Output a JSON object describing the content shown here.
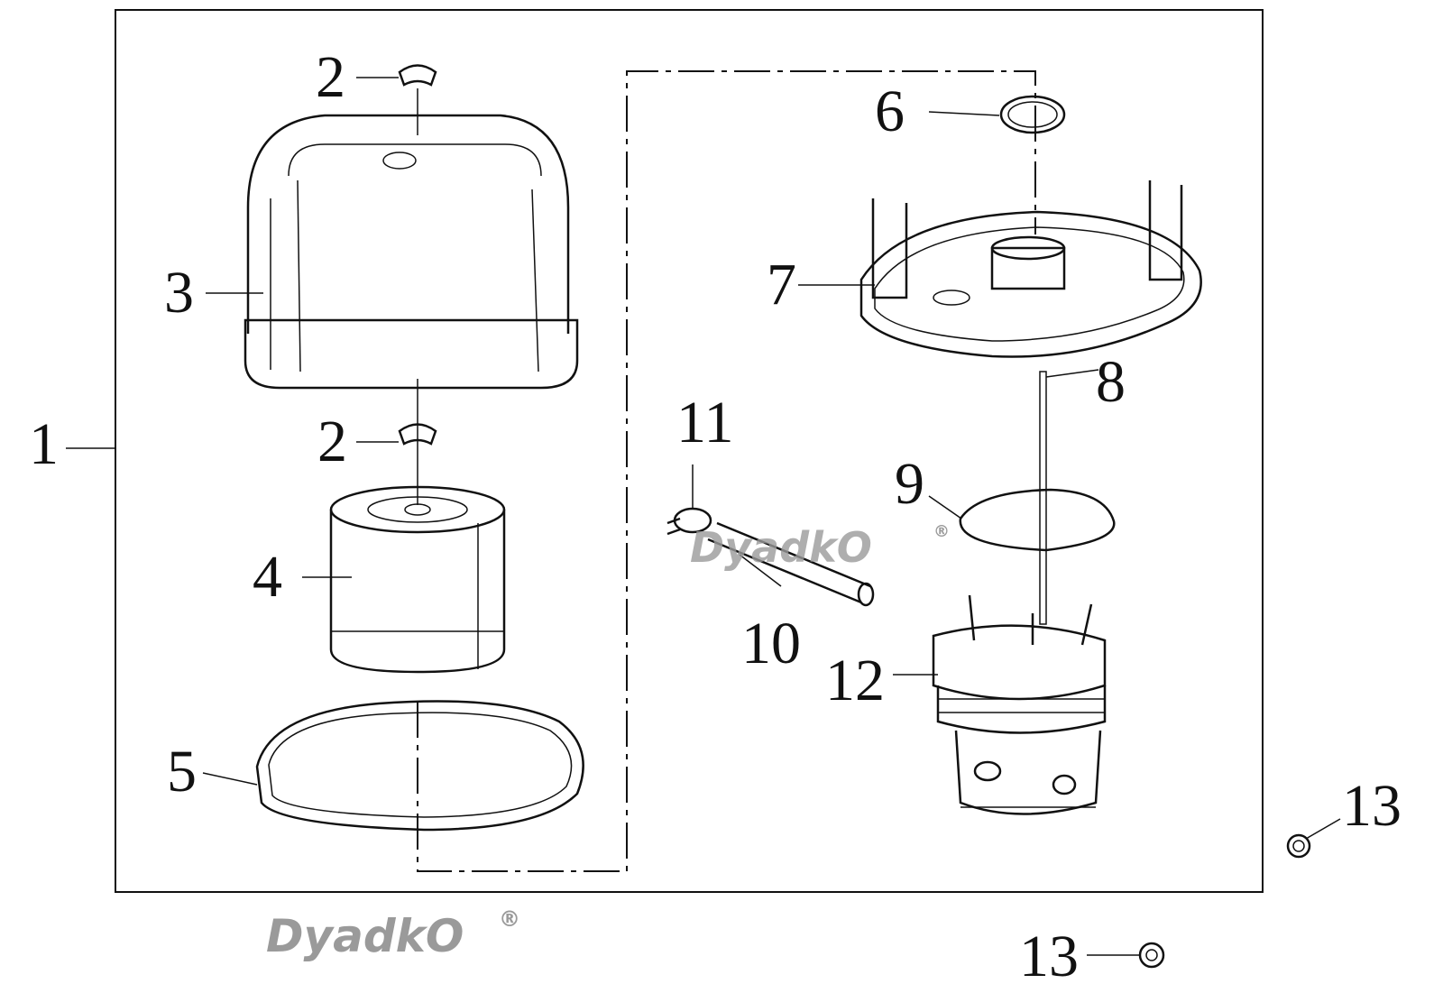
{
  "labels": {
    "l1": "1",
    "l2a": "2",
    "l2b": "2",
    "l3": "3",
    "l4": "4",
    "l5": "5",
    "l6": "6",
    "l7": "7",
    "l8": "8",
    "l9": "9",
    "l10": "10",
    "l11": "11",
    "l12": "12",
    "l13a": "13",
    "l13b": "13"
  },
  "watermark": {
    "text": "DyadkO",
    "mark": "®"
  }
}
